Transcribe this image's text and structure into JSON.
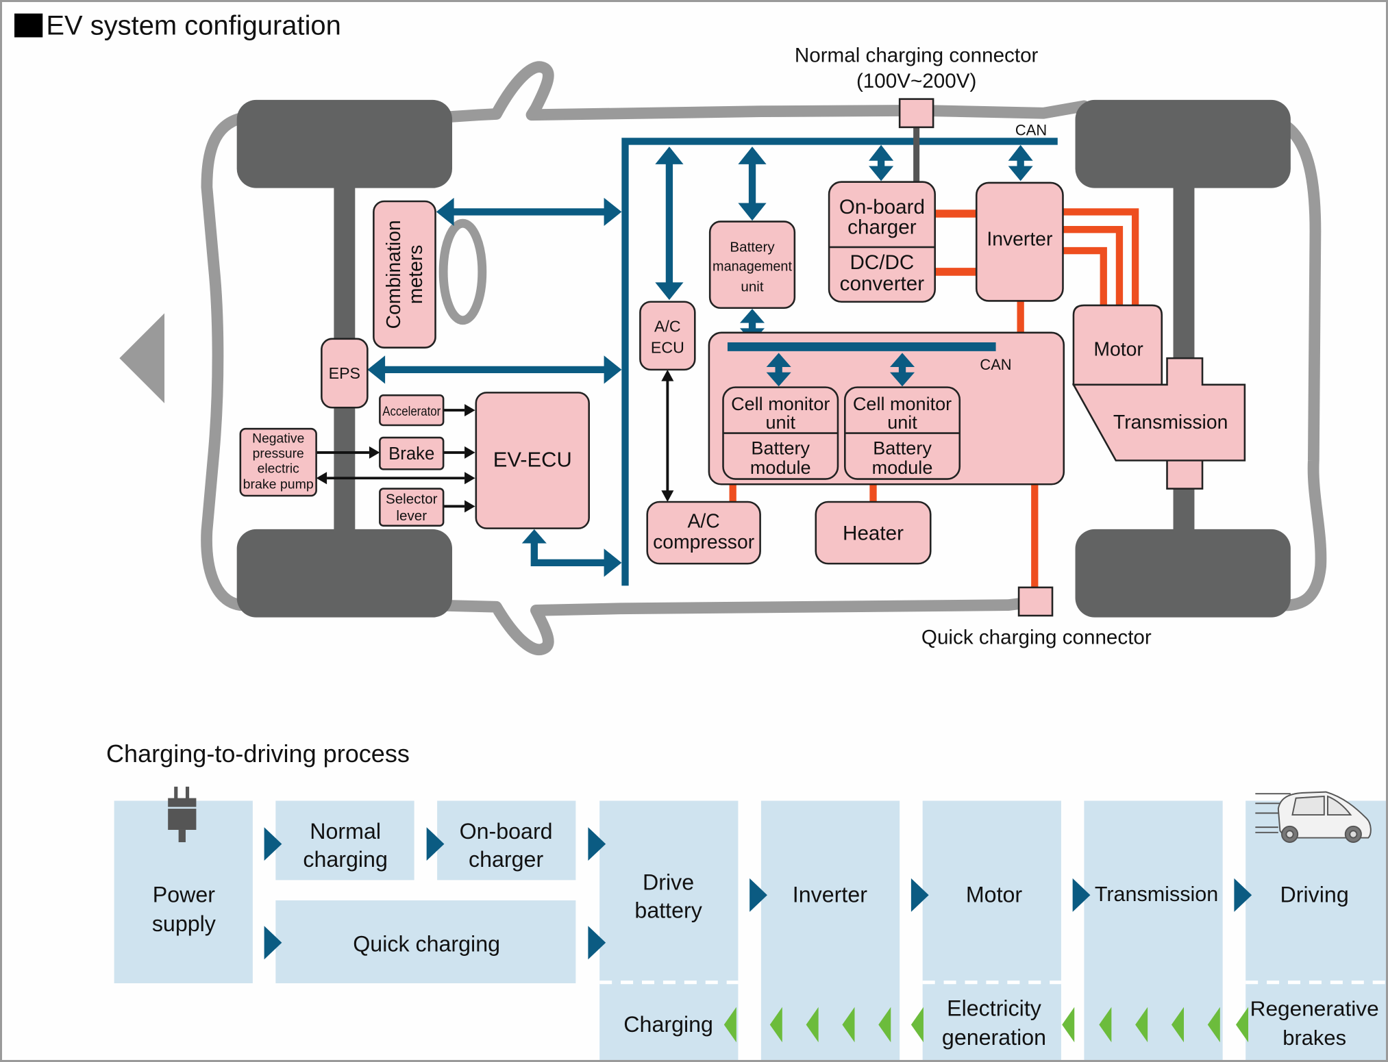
{
  "title": "EV system configuration",
  "colors": {
    "component_fill": "#f6c3c6",
    "can_bus": "#0b5b82",
    "power_line": "#ee4e1f",
    "chassis": "#626363",
    "body_outline": "#9a9a9a",
    "process_box": "#cfe3ef",
    "process_arrow": "#0b5b82",
    "regen_arrow": "#6cbc3c"
  },
  "diagram": {
    "normal_connector": {
      "line1": "Normal charging connector",
      "line2": "(100V~200V)"
    },
    "quick_connector": "Quick charging connector",
    "can_label_main": "CAN",
    "can_label_battery": "CAN",
    "components": {
      "combination_meters": {
        "line1": "Combination",
        "line2": "meters"
      },
      "eps": "EPS",
      "accelerator": "Accelerator",
      "brake": "Brake",
      "brake_pump": {
        "line1": "Negative",
        "line2": "pressure",
        "line3": "electric",
        "line4": "brake pump"
      },
      "selector_lever": {
        "line1": "Selector",
        "line2": "lever"
      },
      "ev_ecu": "EV-ECU",
      "ac_ecu": {
        "line1": "A/C",
        "line2": "ECU"
      },
      "ac_compressor": {
        "line1": "A/C",
        "line2": "compressor"
      },
      "bmu": {
        "line1": "Battery",
        "line2": "management",
        "line3": "unit"
      },
      "onboard_charger": {
        "line1": "On-board",
        "line2": "charger"
      },
      "dcdc": {
        "line1": "DC/DC",
        "line2": "converter"
      },
      "inverter": "Inverter",
      "cmu_1": {
        "line1": "Cell monitor",
        "line2": "unit"
      },
      "module_1": {
        "line1": "Battery",
        "line2": "module"
      },
      "cmu_2": {
        "line1": "Cell monitor",
        "line2": "unit"
      },
      "module_2": {
        "line1": "Battery",
        "line2": "module"
      },
      "heater": "Heater",
      "motor": "Motor",
      "transmission": "Transmission"
    }
  },
  "process": {
    "title": "Charging-to-driving process",
    "power_supply": {
      "line1": "Power",
      "line2": "supply"
    },
    "normal_charging": {
      "line1": "Normal",
      "line2": "charging"
    },
    "onboard_charger": {
      "line1": "On-board",
      "line2": "charger"
    },
    "quick_charging": "Quick charging",
    "drive_battery": {
      "line1": "Drive",
      "line2": "battery"
    },
    "inverter": "Inverter",
    "motor": "Motor",
    "transmission": "Transmission",
    "driving": "Driving",
    "charging": "Charging",
    "electricity_generation": {
      "line1": "Electricity",
      "line2": "generation"
    },
    "regenerative_brakes": {
      "line1": "Regenerative",
      "line2": "brakes"
    }
  }
}
